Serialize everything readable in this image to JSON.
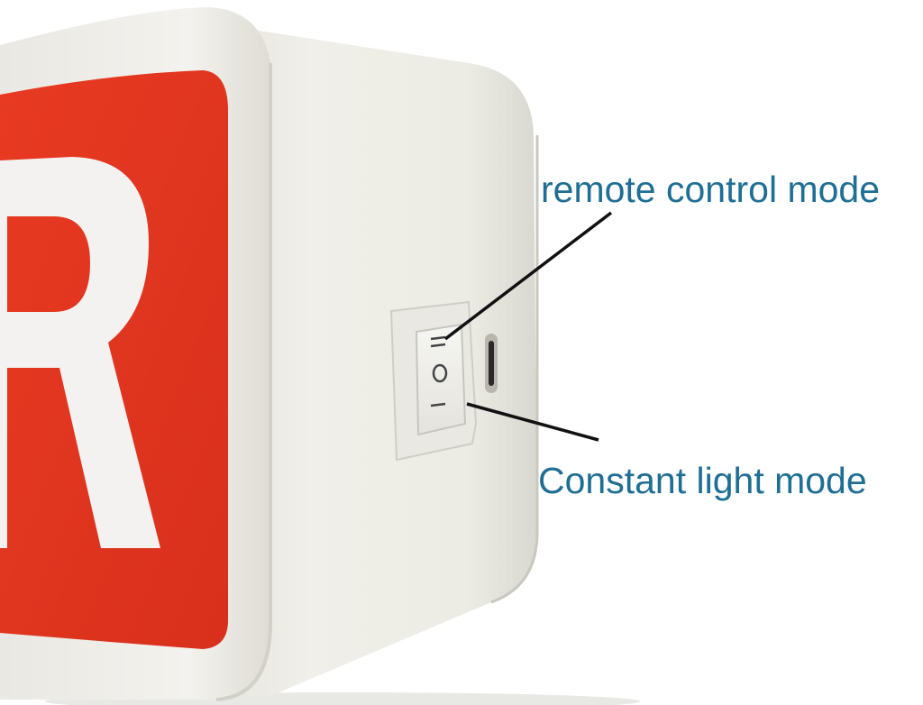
{
  "sign": {
    "letter": "R",
    "panel_color": "#e0341f",
    "letter_color": "#f4f2f1",
    "housing_color": "#eeede6"
  },
  "switch": {
    "top_symbol": "=",
    "middle_symbol": "O",
    "bottom_symbol": "—"
  },
  "callouts": {
    "remote_control": "remote control mode",
    "constant_light": "Constant light mode",
    "text_color": "#1f6e94"
  }
}
